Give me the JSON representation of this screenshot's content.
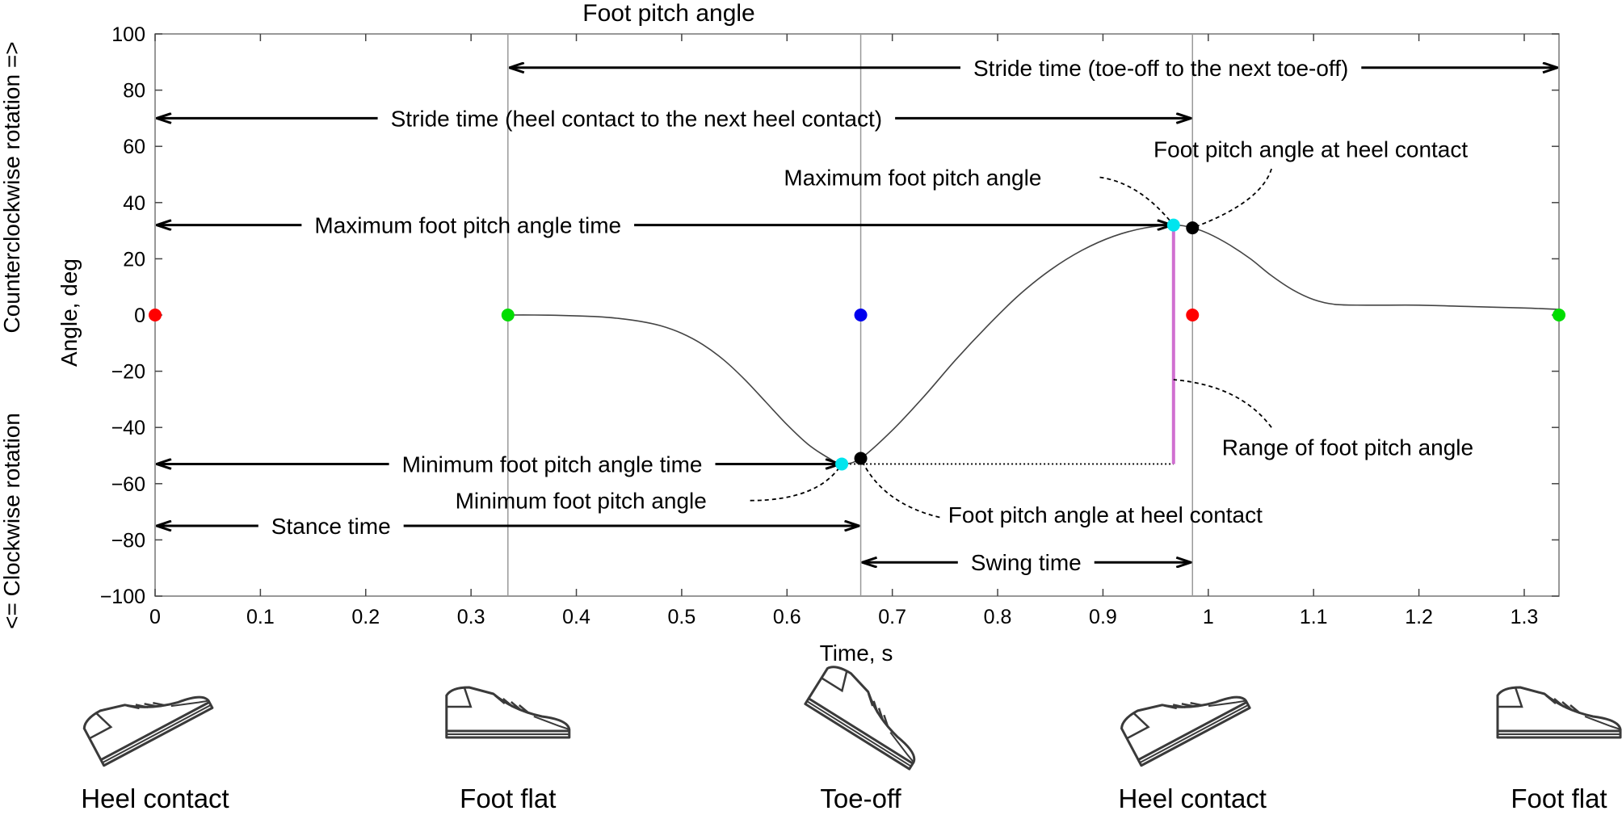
{
  "chart_data": {
    "type": "line",
    "title": "Foot pitch angle",
    "xlabel": "Time, s",
    "ylabel": "Angle, deg",
    "side_label_top": "Counterclockwise rotation =>",
    "side_label_bottom": "<= Clockwise rotation",
    "xlim": [
      0,
      1.333
    ],
    "ylim": [
      -100,
      100
    ],
    "x_ticks": [
      0,
      0.1,
      0.2,
      0.3,
      0.4,
      0.5,
      0.6,
      0.7,
      0.8,
      0.9,
      1,
      1.1,
      1.2,
      1.3
    ],
    "x_tick_labels": [
      "0",
      "0.1",
      "0.2",
      "0.3",
      "0.4",
      "0.5",
      "0.6",
      "0.7",
      "0.8",
      "0.9",
      "1",
      "1.1",
      "1.2",
      "1.3"
    ],
    "y_ticks": [
      -100,
      -80,
      -60,
      -40,
      -20,
      0,
      20,
      40,
      60,
      80,
      100
    ],
    "y_tick_labels": [
      "−100",
      "−80",
      "−60",
      "−40",
      "−20",
      "0",
      "20",
      "40",
      "60",
      "80",
      "100"
    ],
    "grid": false,
    "curve": {
      "x": [
        0.335,
        0.36,
        0.38,
        0.4,
        0.42,
        0.44,
        0.46,
        0.48,
        0.5,
        0.52,
        0.54,
        0.56,
        0.58,
        0.6,
        0.62,
        0.64,
        0.652,
        0.67,
        0.7,
        0.73,
        0.76,
        0.79,
        0.82,
        0.85,
        0.88,
        0.91,
        0.94,
        0.968,
        0.985,
        1.0,
        1.02,
        1.04,
        1.06,
        1.08,
        1.1,
        1.12,
        1.15,
        1.2,
        1.25,
        1.3,
        1.333
      ],
      "y": [
        0,
        0,
        -0.1,
        -0.3,
        -0.6,
        -1.2,
        -2.2,
        -3.8,
        -6.5,
        -10.5,
        -16,
        -23,
        -31,
        -39,
        -46,
        -51,
        -53,
        -51,
        -41,
        -29,
        -16,
        -4,
        7,
        16,
        23,
        28,
        31,
        32,
        31,
        29,
        25,
        20,
        14,
        9,
        5.5,
        3.8,
        3.5,
        3.5,
        3,
        2.5,
        2
      ]
    },
    "event_markers": [
      {
        "x": 0,
        "y": 0,
        "color": "#ff0000"
      },
      {
        "x": 0.335,
        "y": 0,
        "color": "#00dd00"
      },
      {
        "x": 0.67,
        "y": 0,
        "color": "#0000ee"
      },
      {
        "x": 0.985,
        "y": 0,
        "color": "#ff0000"
      },
      {
        "x": 1.333,
        "y": 0,
        "color": "#00dd00"
      }
    ],
    "extrema_markers": [
      {
        "x": 0.652,
        "y": -53,
        "color": "#00e5ee"
      },
      {
        "x": 0.967,
        "y": 32,
        "color": "#00e5ee"
      }
    ],
    "heel_contact_markers": [
      {
        "x": 0.67,
        "y": -51,
        "color": "#000000"
      },
      {
        "x": 0.985,
        "y": 31,
        "color": "#000000"
      }
    ],
    "vertical_event_lines": [
      0.335,
      0.67,
      0.985
    ],
    "range_bar": {
      "x": 0.967,
      "y_from": -53,
      "y_to": 32,
      "color": "#d070d0"
    },
    "range_baseline": {
      "x_from": 0.652,
      "x_to": 0.967,
      "y": -53
    },
    "annotations": [
      {
        "text": "Stride time (toe-off to the next toe-off)",
        "x1": 0.335,
        "x2": 1.333,
        "y": 88,
        "label_x": 0.955
      },
      {
        "text": "Stride time (heel contact to the next heel contact)",
        "x1": 0,
        "x2": 0.985,
        "y": 70,
        "label_x": 0.457
      },
      {
        "text": "Maximum foot pitch angle time",
        "x1": 0,
        "x2": 0.967,
        "y": 32,
        "label_x": 0.297
      },
      {
        "text": "Minimum foot pitch angle time",
        "x1": 0,
        "x2": 0.652,
        "y": -53,
        "label_x": 0.377
      },
      {
        "text": "Stance time",
        "x1": 0,
        "x2": 0.67,
        "y": -75,
        "label_x": 0.167
      },
      {
        "text": "Swing time",
        "x1": 0.67,
        "x2": 0.985,
        "y": -88,
        "label_x": 0.827
      }
    ],
    "callouts": [
      {
        "text": "Maximum foot pitch angle",
        "label_x": 0.597,
        "label_y": 49,
        "anchor": "start",
        "path": [
          [
            0.897,
            49
          ],
          [
            0.935,
            47
          ],
          [
            0.967,
            32
          ]
        ]
      },
      {
        "text": "Foot pitch angle at heel contact",
        "label_x": 0.948,
        "label_y": 59,
        "anchor": "start",
        "path": [
          [
            1.06,
            52
          ],
          [
            1.05,
            40
          ],
          [
            0.985,
            31
          ]
        ]
      },
      {
        "text": "Range of foot pitch angle",
        "label_x": 1.013,
        "label_y": -47,
        "anchor": "start",
        "path": [
          [
            1.06,
            -40
          ],
          [
            1.03,
            -25
          ],
          [
            0.967,
            -23
          ]
        ]
      },
      {
        "text": "Minimum foot pitch angle",
        "label_x": 0.285,
        "label_y": -66,
        "anchor": "start",
        "path": [
          [
            0.565,
            -66
          ],
          [
            0.63,
            -66
          ],
          [
            0.652,
            -53
          ]
        ]
      },
      {
        "text": "Foot pitch angle at heel contact",
        "label_x": 0.753,
        "label_y": -71,
        "anchor": "start",
        "path": [
          [
            0.745,
            -72
          ],
          [
            0.69,
            -67
          ],
          [
            0.67,
            -51
          ]
        ]
      }
    ],
    "phase_labels": [
      {
        "text": "Heel contact",
        "x": 0,
        "icon": "shoe-heel-contact-icon"
      },
      {
        "text": "Foot flat",
        "x": 0.335,
        "icon": "shoe-foot-flat-icon"
      },
      {
        "text": "Toe-off",
        "x": 0.67,
        "icon": "shoe-toe-off-icon"
      },
      {
        "text": "Heel contact",
        "x": 0.985,
        "icon": "shoe-heel-contact-icon"
      },
      {
        "text": "Foot flat",
        "x": 1.333,
        "icon": "shoe-foot-flat-icon"
      }
    ]
  }
}
